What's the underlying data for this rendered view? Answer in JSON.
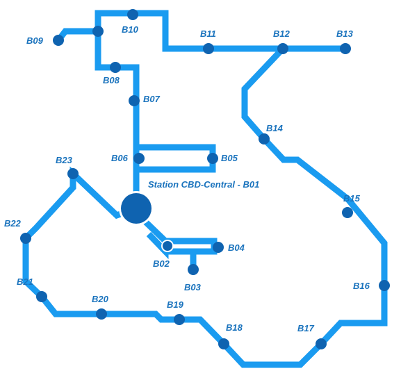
{
  "colors": {
    "line": "#1a9bf0",
    "stop_fill": "#0f63b0",
    "central_fill": "#0f63b0",
    "stop_outline": "#ffffff",
    "label": "#1a73bd"
  },
  "icons": {
    "regular_stop": "filled-circle",
    "central_station": "large-filled-circle-with-white-ring",
    "branch_stop": "filled-circle-with-white-ring"
  },
  "central_station": {
    "id": "B01",
    "label": "Station CBD-Central - B01"
  },
  "stations": [
    {
      "id": "B02",
      "label": "B02"
    },
    {
      "id": "B03",
      "label": "B03"
    },
    {
      "id": "B04",
      "label": "B04"
    },
    {
      "id": "B05",
      "label": "B05"
    },
    {
      "id": "B06",
      "label": "B06"
    },
    {
      "id": "B07",
      "label": "B07"
    },
    {
      "id": "B08",
      "label": "B08"
    },
    {
      "id": "B09",
      "label": "B09"
    },
    {
      "id": "B10",
      "label": "B10"
    },
    {
      "id": "B11",
      "label": "B11"
    },
    {
      "id": "B12",
      "label": "B12"
    },
    {
      "id": "B13",
      "label": "B13"
    },
    {
      "id": "B14",
      "label": "B14"
    },
    {
      "id": "B15",
      "label": "B15"
    },
    {
      "id": "B16",
      "label": "B16"
    },
    {
      "id": "B17",
      "label": "B17"
    },
    {
      "id": "B18",
      "label": "B18"
    },
    {
      "id": "B19",
      "label": "B19"
    },
    {
      "id": "B20",
      "label": "B20"
    },
    {
      "id": "B21",
      "label": "B21"
    },
    {
      "id": "B22",
      "label": "B22"
    },
    {
      "id": "B23",
      "label": "B23"
    }
  ]
}
